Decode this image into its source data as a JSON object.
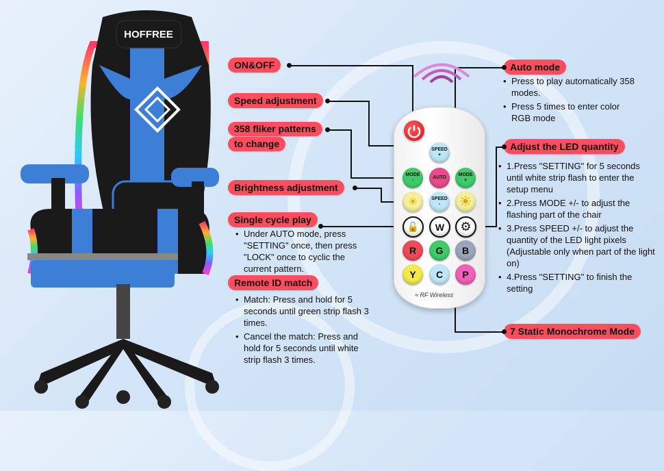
{
  "brand": "HOFFREE",
  "labels": {
    "on_off": "ON&OFF",
    "speed_adjustment": "Speed adjustment",
    "fliker_line1": "358 fliker patterns",
    "fliker_line2": "to change",
    "brightness": "Brightness adjustment",
    "single_cycle": "Single cycle play",
    "remote_id": "Remote ID match",
    "auto_mode": "Auto mode",
    "adjust_led": "Adjust the LED quantity",
    "static_mode": "7 Static Monochrome Mode"
  },
  "single_cycle_text": [
    "Under AUTO mode, press \"SETTING\" once, then press \"LOCK\"  once to cyclic the current pattern."
  ],
  "remote_id_text": [
    "Match: Press and hold for 5 seconds until green strip flash 3 times.",
    "Cancel the match: Press and hold for 5 seconds until white strip flash 3 times."
  ],
  "auto_mode_text": [
    "Press to play automatically 358 modes.",
    "Press 5 times to enter color RGB mode"
  ],
  "adjust_led_text": [
    "1.Press \"SETTING\" for 5 seconds until white strip flash to enter the setup menu",
    "2.Press MODE +/- to adjust the flashing part of the chair",
    "3.Press SPEED +/- to adjust the quantity of the LED light pixels (Adjustable only when part of the light on)",
    "4.Press \"SETTING\" to finish the setting"
  ],
  "remote": {
    "speed_plus_line1": "SPEED",
    "speed_plus_line2": "+",
    "mode_minus_line1": "MODE",
    "mode_minus_line2": "-",
    "auto": "AUTO",
    "mode_plus_line1": "MODE",
    "mode_plus_line2": "+",
    "speed_minus_line1": "SPEED",
    "speed_minus_line2": "-",
    "w": "W",
    "r": "R",
    "g": "G",
    "b": "B",
    "y": "Y",
    "c": "C",
    "p": "P",
    "rf_wireless": "RF Wireless"
  },
  "colors": {
    "label_bg": "#ff4d5e",
    "chair_blue": "#3d7fd6",
    "chair_black": "#1a1a1a"
  }
}
